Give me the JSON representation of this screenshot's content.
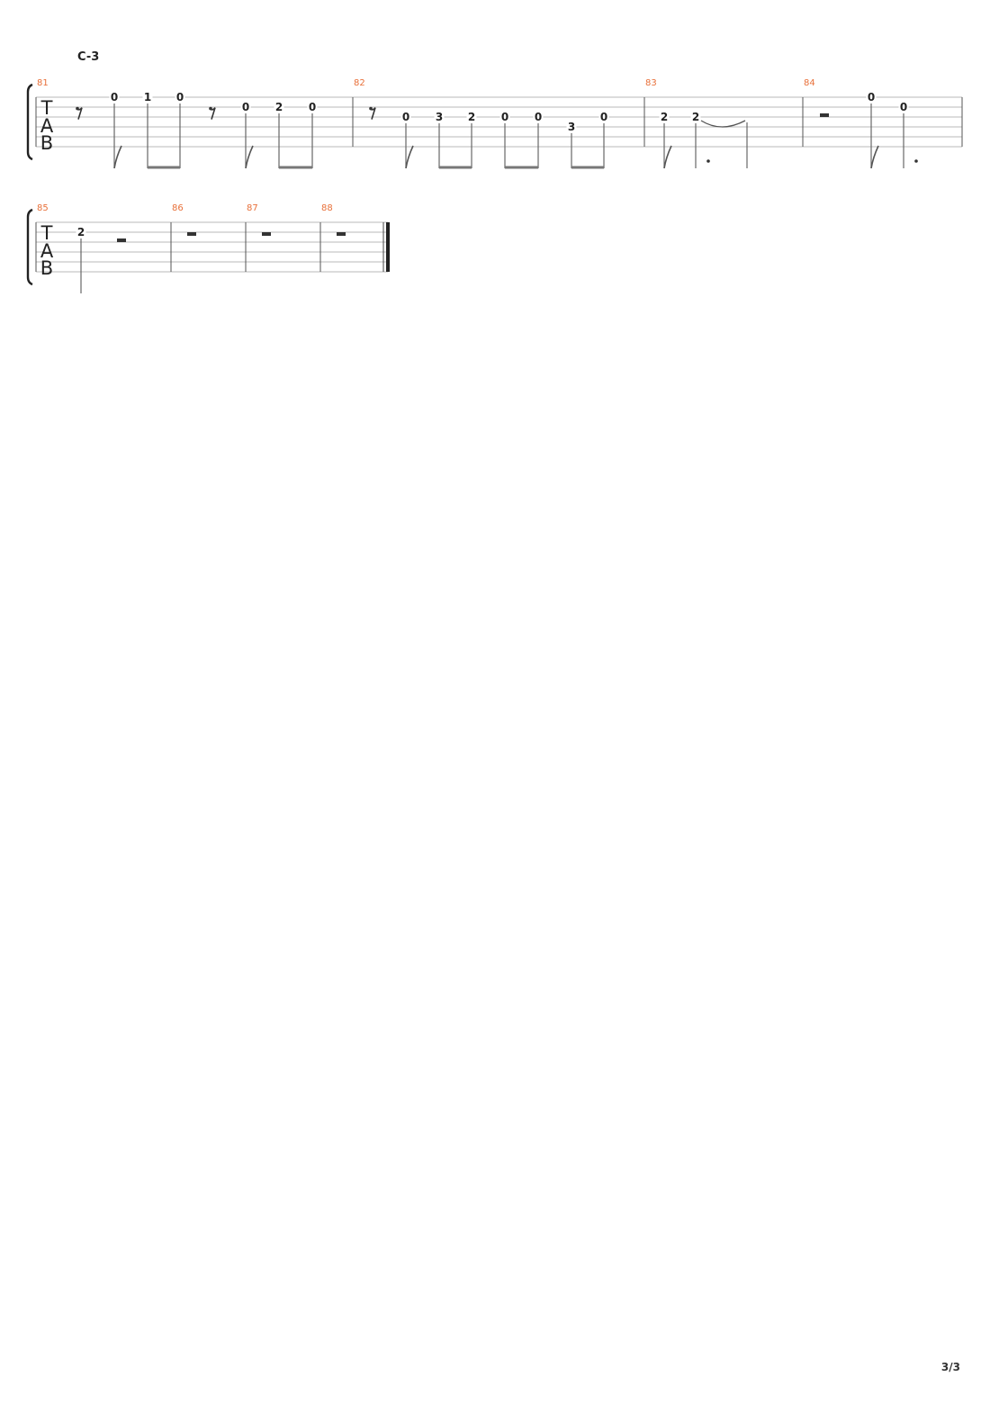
{
  "section_label": "C-3",
  "tab_clef": [
    "T",
    "A",
    "B"
  ],
  "page_number": "3/3",
  "systems": [
    {
      "measures": [
        {
          "number": "81",
          "events": [
            {
              "kind": "rest8"
            },
            {
              "kind": "note",
              "fret": "0",
              "string": 1,
              "dur": "8"
            },
            {
              "kind": "note",
              "fret": "1",
              "string": 1,
              "dur": "8",
              "beam": "start"
            },
            {
              "kind": "note",
              "fret": "0",
              "string": 1,
              "dur": "8",
              "beam": "end"
            },
            {
              "kind": "rest8"
            },
            {
              "kind": "note",
              "fret": "0",
              "string": 2,
              "dur": "8"
            },
            {
              "kind": "note",
              "fret": "2",
              "string": 2,
              "dur": "8",
              "beam": "start"
            },
            {
              "kind": "note",
              "fret": "0",
              "string": 2,
              "dur": "8",
              "beam": "end"
            }
          ]
        },
        {
          "number": "82",
          "events": [
            {
              "kind": "rest8"
            },
            {
              "kind": "note",
              "fret": "0",
              "string": 3,
              "dur": "8"
            },
            {
              "kind": "note",
              "fret": "3",
              "string": 3,
              "dur": "8",
              "beam": "start"
            },
            {
              "kind": "note",
              "fret": "2",
              "string": 3,
              "dur": "8",
              "beam": "end"
            },
            {
              "kind": "note",
              "fret": "0",
              "string": 3,
              "dur": "8",
              "beam": "start"
            },
            {
              "kind": "note",
              "fret": "0",
              "string": 3,
              "dur": "8",
              "beam": "end"
            },
            {
              "kind": "note",
              "fret": "3",
              "string": 4,
              "dur": "8",
              "beam": "start"
            },
            {
              "kind": "note",
              "fret": "0",
              "string": 3,
              "dur": "8",
              "beam": "end"
            }
          ]
        },
        {
          "number": "83",
          "events": [
            {
              "kind": "note",
              "fret": "2",
              "string": 3,
              "dur": "8"
            },
            {
              "kind": "note",
              "fret": "2",
              "string": 3,
              "dur": "4.",
              "tie": "start"
            },
            {
              "kind": "tiedEnd",
              "string": 3,
              "dur": "4"
            }
          ]
        },
        {
          "number": "84",
          "events": [
            {
              "kind": "halfRest"
            },
            {
              "kind": "note",
              "fret": "0",
              "string": 1,
              "dur": "8"
            },
            {
              "kind": "note",
              "fret": "0",
              "string": 2,
              "dur": "4."
            }
          ]
        }
      ]
    },
    {
      "measures": [
        {
          "number": "85",
          "events": [
            {
              "kind": "note",
              "fret": "2",
              "string": 2,
              "dur": "2"
            },
            {
              "kind": "halfRest"
            }
          ]
        },
        {
          "number": "86",
          "events": [
            {
              "kind": "wholeRest"
            }
          ]
        },
        {
          "number": "87",
          "events": [
            {
              "kind": "wholeRest"
            }
          ]
        },
        {
          "number": "88",
          "events": [
            {
              "kind": "wholeRest"
            }
          ],
          "final": true
        }
      ]
    }
  ]
}
